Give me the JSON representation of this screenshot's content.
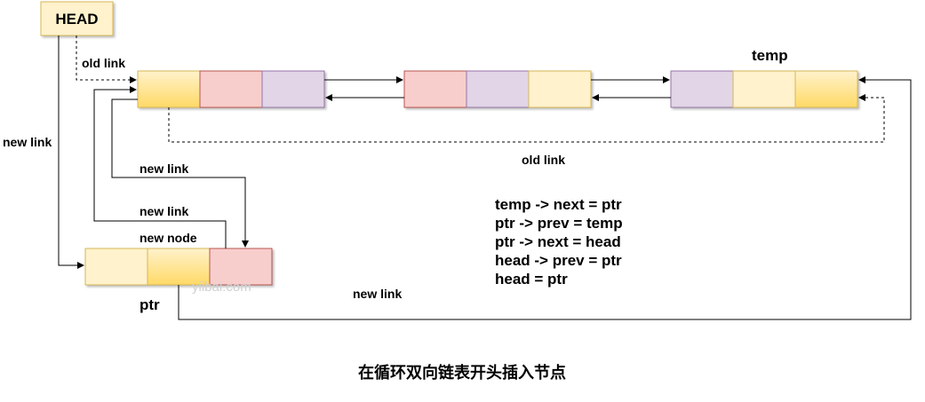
{
  "labels": {
    "head": "HEAD",
    "temp": "temp",
    "ptr": "ptr",
    "new_node": "new node",
    "old_link_top": "old link",
    "old_link_bottom": "old link",
    "new_link_left": "new link",
    "new_link_mid_upper": "new link",
    "new_link_mid_lower": "new link",
    "new_link_bottom": "new link"
  },
  "code_lines": [
    "temp -> next = ptr",
    "ptr -> prev = temp",
    "ptr -> next = head",
    "head -> prev = ptr",
    "head = ptr"
  ],
  "watermark": "yiibai.com",
  "caption": "在循环双向链表开头插入节点",
  "colors": {
    "yellow": "#fdd86a",
    "pink": "#f8cecc",
    "purple": "#e1d5e7",
    "cream": "#fff2cc",
    "head_fill": "#fff2cc",
    "head_stroke": "#d6b656"
  }
}
